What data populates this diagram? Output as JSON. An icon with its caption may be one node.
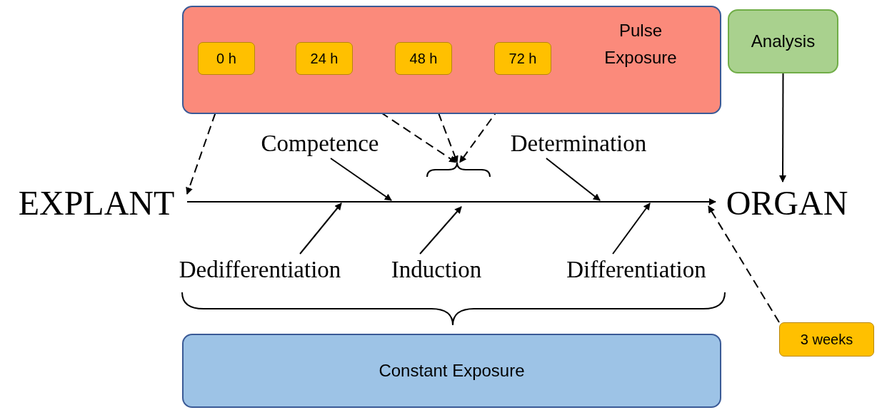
{
  "diagram": {
    "nodes": [
      {
        "text": [
          "Pulse Exposure"
        ]
      },
      {
        "text": [
          "0 h"
        ],
        "in": 0
      },
      {
        "text": [
          "24 h"
        ],
        "in": 0
      },
      {
        "text": [
          "48 h"
        ],
        "in": 0
      },
      {
        "text": [
          "72 h"
        ],
        "in": 0
      },
      {
        "text": [
          "Analysis"
        ]
      },
      {
        "text": [
          "EXPLANT"
        ]
      },
      {
        "text": [
          "ORGAN"
        ]
      },
      {
        "text": [
          "Competence"
        ]
      },
      {
        "text": [
          "Determination"
        ]
      },
      {
        "text": [
          "Dedifferentiation"
        ]
      },
      {
        "text": [
          "Induction"
        ]
      },
      {
        "text": [
          "Differentiation"
        ]
      },
      {
        "text": [
          "3 weeks"
        ]
      },
      {
        "text": [
          "Constant Exposure"
        ]
      },
      {
        "text": [],
        "shape": "brace"
      }
    ],
    "edges": [
      {
        "from": 6,
        "to": 7,
        "arrow": "to"
      },
      {
        "from": 1,
        "to": 6,
        "arrow": "to",
        "style": "dashed"
      },
      {
        "from": 2,
        "to": 15,
        "arrow": "to",
        "style": "dashed"
      },
      {
        "from": 3,
        "to": 15,
        "arrow": "to",
        "style": "dashed"
      },
      {
        "from": 4,
        "to": 15,
        "arrow": "to",
        "style": "dashed"
      },
      {
        "from": 5,
        "to": 7,
        "arrow": "to"
      },
      {
        "from": 8,
        "to": null,
        "arrow": "to"
      },
      {
        "from": 9,
        "to": null,
        "arrow": "to"
      },
      {
        "from": 10,
        "to": null,
        "arrow": "to"
      },
      {
        "from": 11,
        "to": null,
        "arrow": "to"
      },
      {
        "from": 12,
        "to": null,
        "arrow": "to"
      },
      {
        "from": 13,
        "to": 7,
        "arrow": "to",
        "style": "dashed"
      }
    ]
  }
}
